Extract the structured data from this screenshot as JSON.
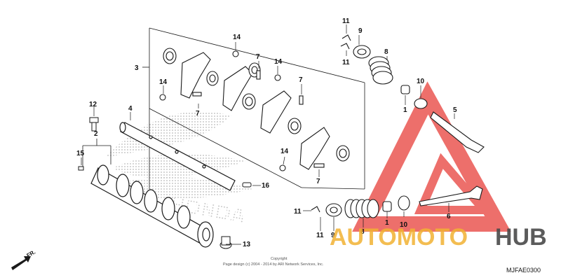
{
  "diagram": {
    "callouts": {
      "c1a": "1",
      "c1b": "1",
      "c2": "2",
      "c3": "3",
      "c4": "4",
      "c5": "5",
      "c6": "6",
      "c7a": "7",
      "c7b": "7",
      "c7c": "7",
      "c7d": "7",
      "c8a": "8",
      "c8b": "8",
      "c9a": "9",
      "c9b": "9",
      "c10a": "10",
      "c10b": "10",
      "c11a": "11",
      "c11b": "11",
      "c11c": "11",
      "c11d": "11",
      "c12": "12",
      "c13": "13",
      "c14a": "14",
      "c14b": "14",
      "c14c": "14",
      "c14d": "14",
      "c15": "15",
      "c16": "16"
    },
    "front_label": "FR.",
    "copyright_line1": "Copyright",
    "copyright_line2": "Page design (c) 2004 - 2014 by ARI Network Services, Inc.",
    "diagram_code": "MJFAE0300"
  },
  "watermark": {
    "brand_part1": "AUTOMOTO",
    "brand_part2": "HUB",
    "color_primary": "#f2b233",
    "color_secondary": "#4a4a4a",
    "logo_color": "#e8403a"
  },
  "colors": {
    "line": "#1a1a1a",
    "honda_dots": "#b0b0b0"
  }
}
